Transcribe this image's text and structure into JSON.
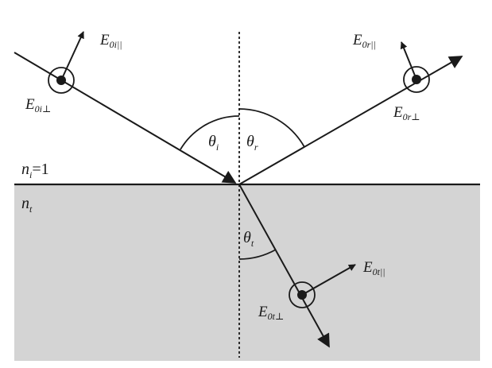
{
  "colors": {
    "background": "#ffffff",
    "medium_t": "#d4d4d4",
    "ink": "#1a1a1a"
  },
  "media": {
    "incident_medium": {
      "symbol": "n",
      "sub": "i",
      "suffix": "=1"
    },
    "transmitted_medium": {
      "symbol": "n",
      "sub": "t"
    }
  },
  "angles": {
    "incidence": {
      "symbol": "θ",
      "sub": "i"
    },
    "reflection": {
      "symbol": "θ",
      "sub": "r"
    },
    "transmission": {
      "symbol": "θ",
      "sub": "t"
    }
  },
  "fields": {
    "incident_parallel": {
      "symbol": "E",
      "sub": "0i||"
    },
    "incident_perpendicular": {
      "symbol": "E",
      "sub": "0i⊥"
    },
    "reflected_parallel": {
      "symbol": "E",
      "sub": "0r||"
    },
    "reflected_perpendicular": {
      "symbol": "E",
      "sub": "0r⊥"
    },
    "transmitted_parallel": {
      "symbol": "E",
      "sub": "0t||"
    },
    "transmitted_perpendicular": {
      "symbol": "E",
      "sub": "0t⊥"
    }
  },
  "icons": {
    "perpendicular_field": "dot-in-circle-icon",
    "arrow_head": "triangle-arrowhead-icon"
  }
}
